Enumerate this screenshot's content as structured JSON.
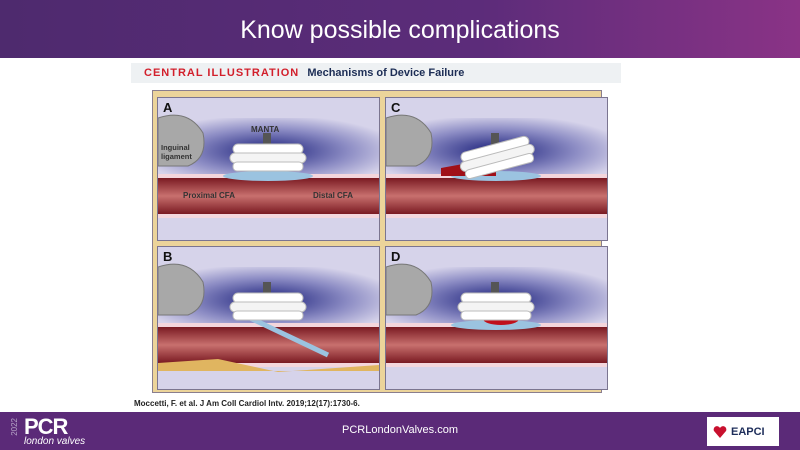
{
  "header": {
    "title": "Know possible complications"
  },
  "figure": {
    "label": "CENTRAL ILLUSTRATION",
    "title": "Mechanisms of Device Failure",
    "panels": [
      {
        "letter": "A",
        "labels": {
          "device": "MANTA",
          "ligament": "Inguinal ligament",
          "proximal": "Proximal CFA",
          "distal": "Distal CFA"
        }
      },
      {
        "letter": "C"
      },
      {
        "letter": "B"
      },
      {
        "letter": "D"
      }
    ],
    "citation": "Moccetti, F. et al. J Am Coll Cardiol Intv. 2019;12(17):1730-6."
  },
  "footer": {
    "year": "2022",
    "brand": "PCR",
    "subbrand": "london valves",
    "url": "PCRLondonValves.com",
    "partner": "EAPCI"
  },
  "colors": {
    "header": "#5c2c7a",
    "footer": "#5b2a78",
    "accent_red": "#d21f2b"
  }
}
